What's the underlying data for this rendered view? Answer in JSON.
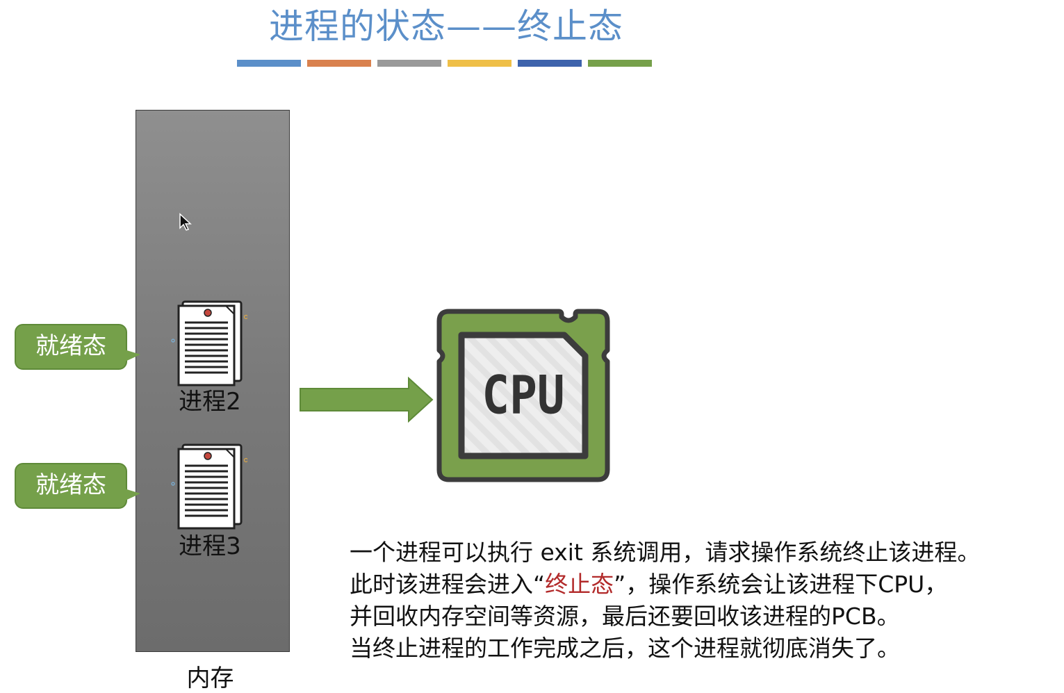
{
  "title": "进程的状态——终止态",
  "title_bar_colors": [
    "#5b8fc9",
    "#d9814e",
    "#9a9a9a",
    "#efbf48",
    "#3e63ac",
    "#76a04a"
  ],
  "memory": {
    "label": "内存"
  },
  "processes": [
    {
      "label": "进程2",
      "state": "就绪态"
    },
    {
      "label": "进程3",
      "state": "就绪态"
    }
  ],
  "cpu": {
    "label": "CPU"
  },
  "colors": {
    "title": "#5b8fc9",
    "state_bubble": "#75a04a",
    "arrow": "#75a04a",
    "cpu_body": "#7aa04c",
    "highlight": "#b22a2a"
  },
  "description": {
    "line1": "一个进程可以执行 exit 系统调用，请求操作系统终止该进程。",
    "line2_pre": "此时该进程会进入“",
    "line2_highlight": "终止态",
    "line2_post": "”，操作系统会让该进程下CPU，",
    "line3": "并回收内存空间等资源，最后还要回收该进程的PCB。",
    "line4": "当终止进程的工作完成之后，这个进程就彻底消失了。"
  }
}
